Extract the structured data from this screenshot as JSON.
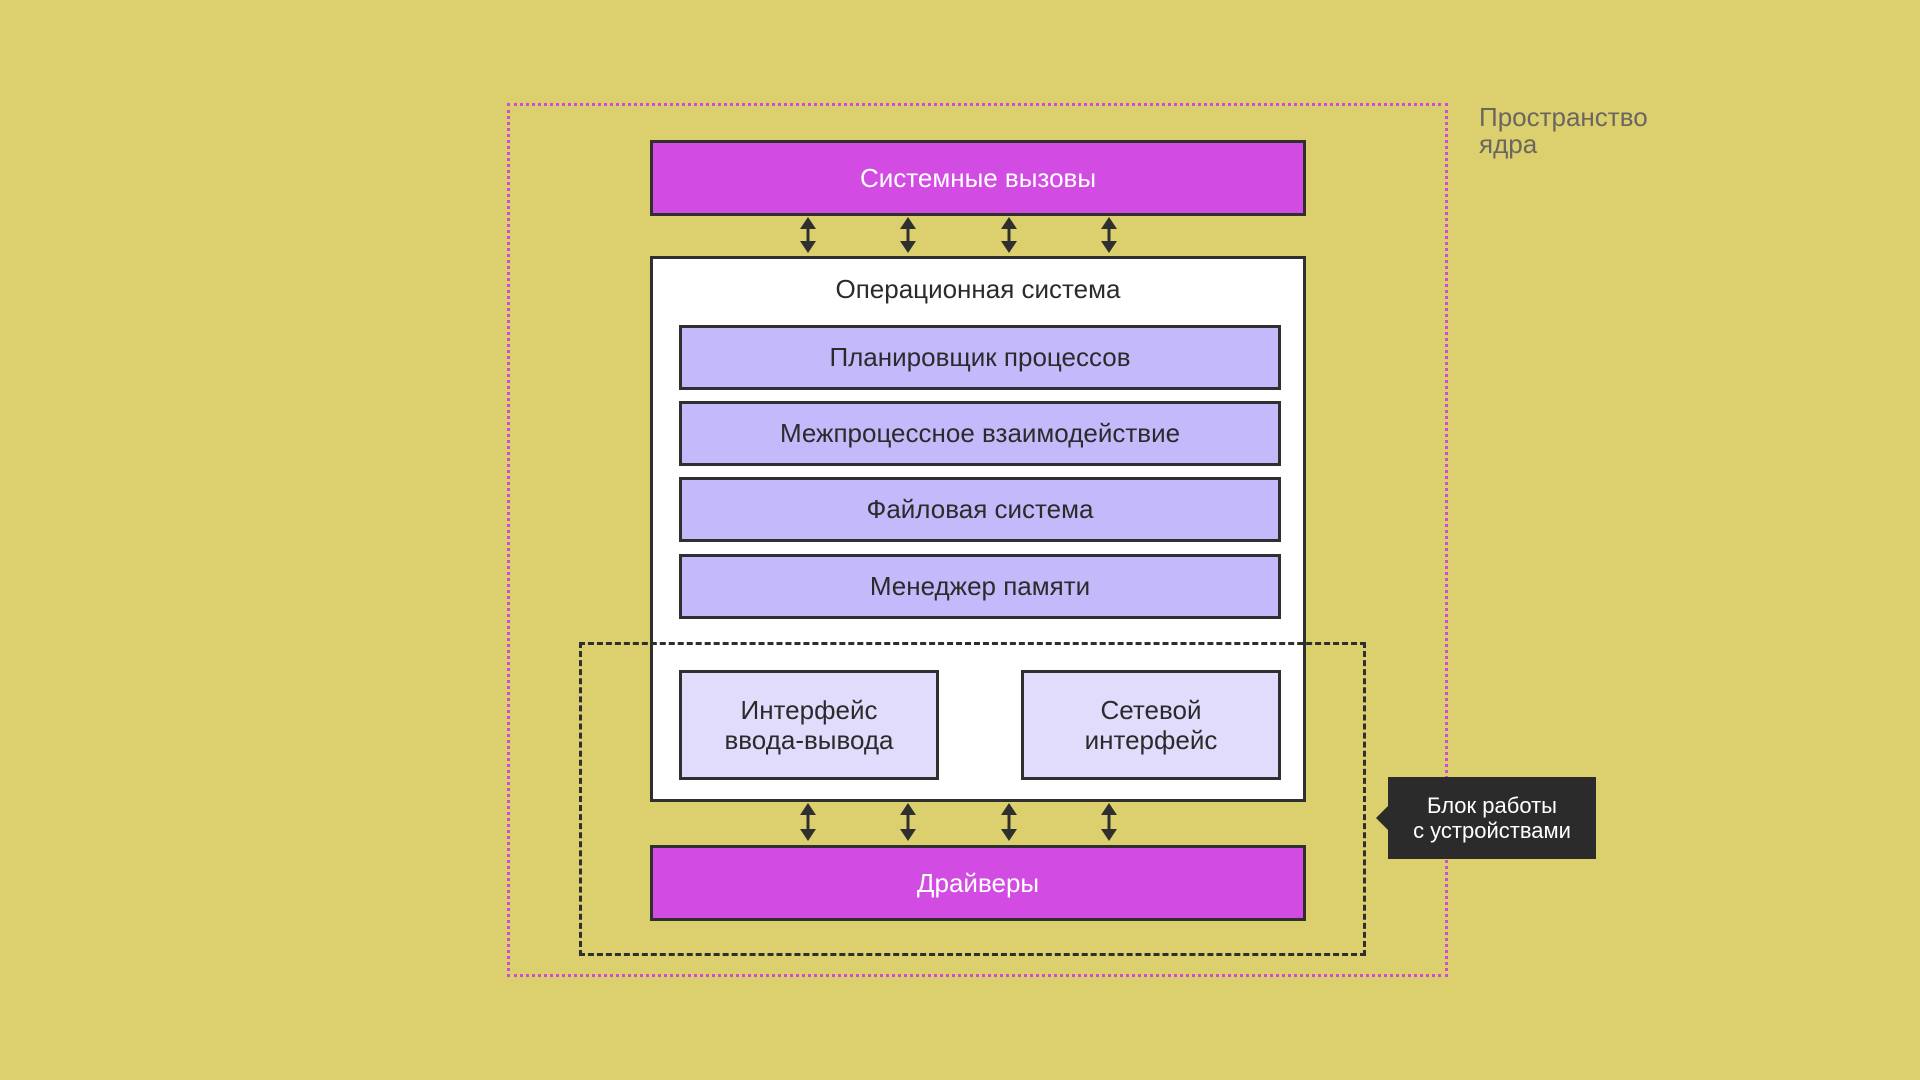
{
  "kernel_space": {
    "label_line1": "Пространство",
    "label_line2": "ядра",
    "border_color": "#D24BD8"
  },
  "system_calls": {
    "label": "Системные вызовы",
    "color": "#D24BE3"
  },
  "operating_system": {
    "title": "Операционная система",
    "modules": [
      {
        "label": "Планировщик процессов"
      },
      {
        "label": "Межпроцессное  взаимодействие"
      },
      {
        "label": "Файловая система"
      },
      {
        "label": "Менеджер памяти"
      }
    ],
    "module_color": "#C4BAFB"
  },
  "device_block": {
    "interfaces": [
      {
        "line1": "Интерфейс",
        "line2": "ввода-вывода"
      },
      {
        "line1": "Сетевой",
        "line2": "интерфейс"
      }
    ],
    "tooltip_line1": "Блок работы",
    "tooltip_line2": "с устройствами"
  },
  "drivers": {
    "label": "Драйверы",
    "color": "#D24BE3"
  },
  "colors": {
    "background": "#DCCF6E",
    "outline": "#2f2f2f",
    "interface_fill": "#E1DBFC"
  }
}
